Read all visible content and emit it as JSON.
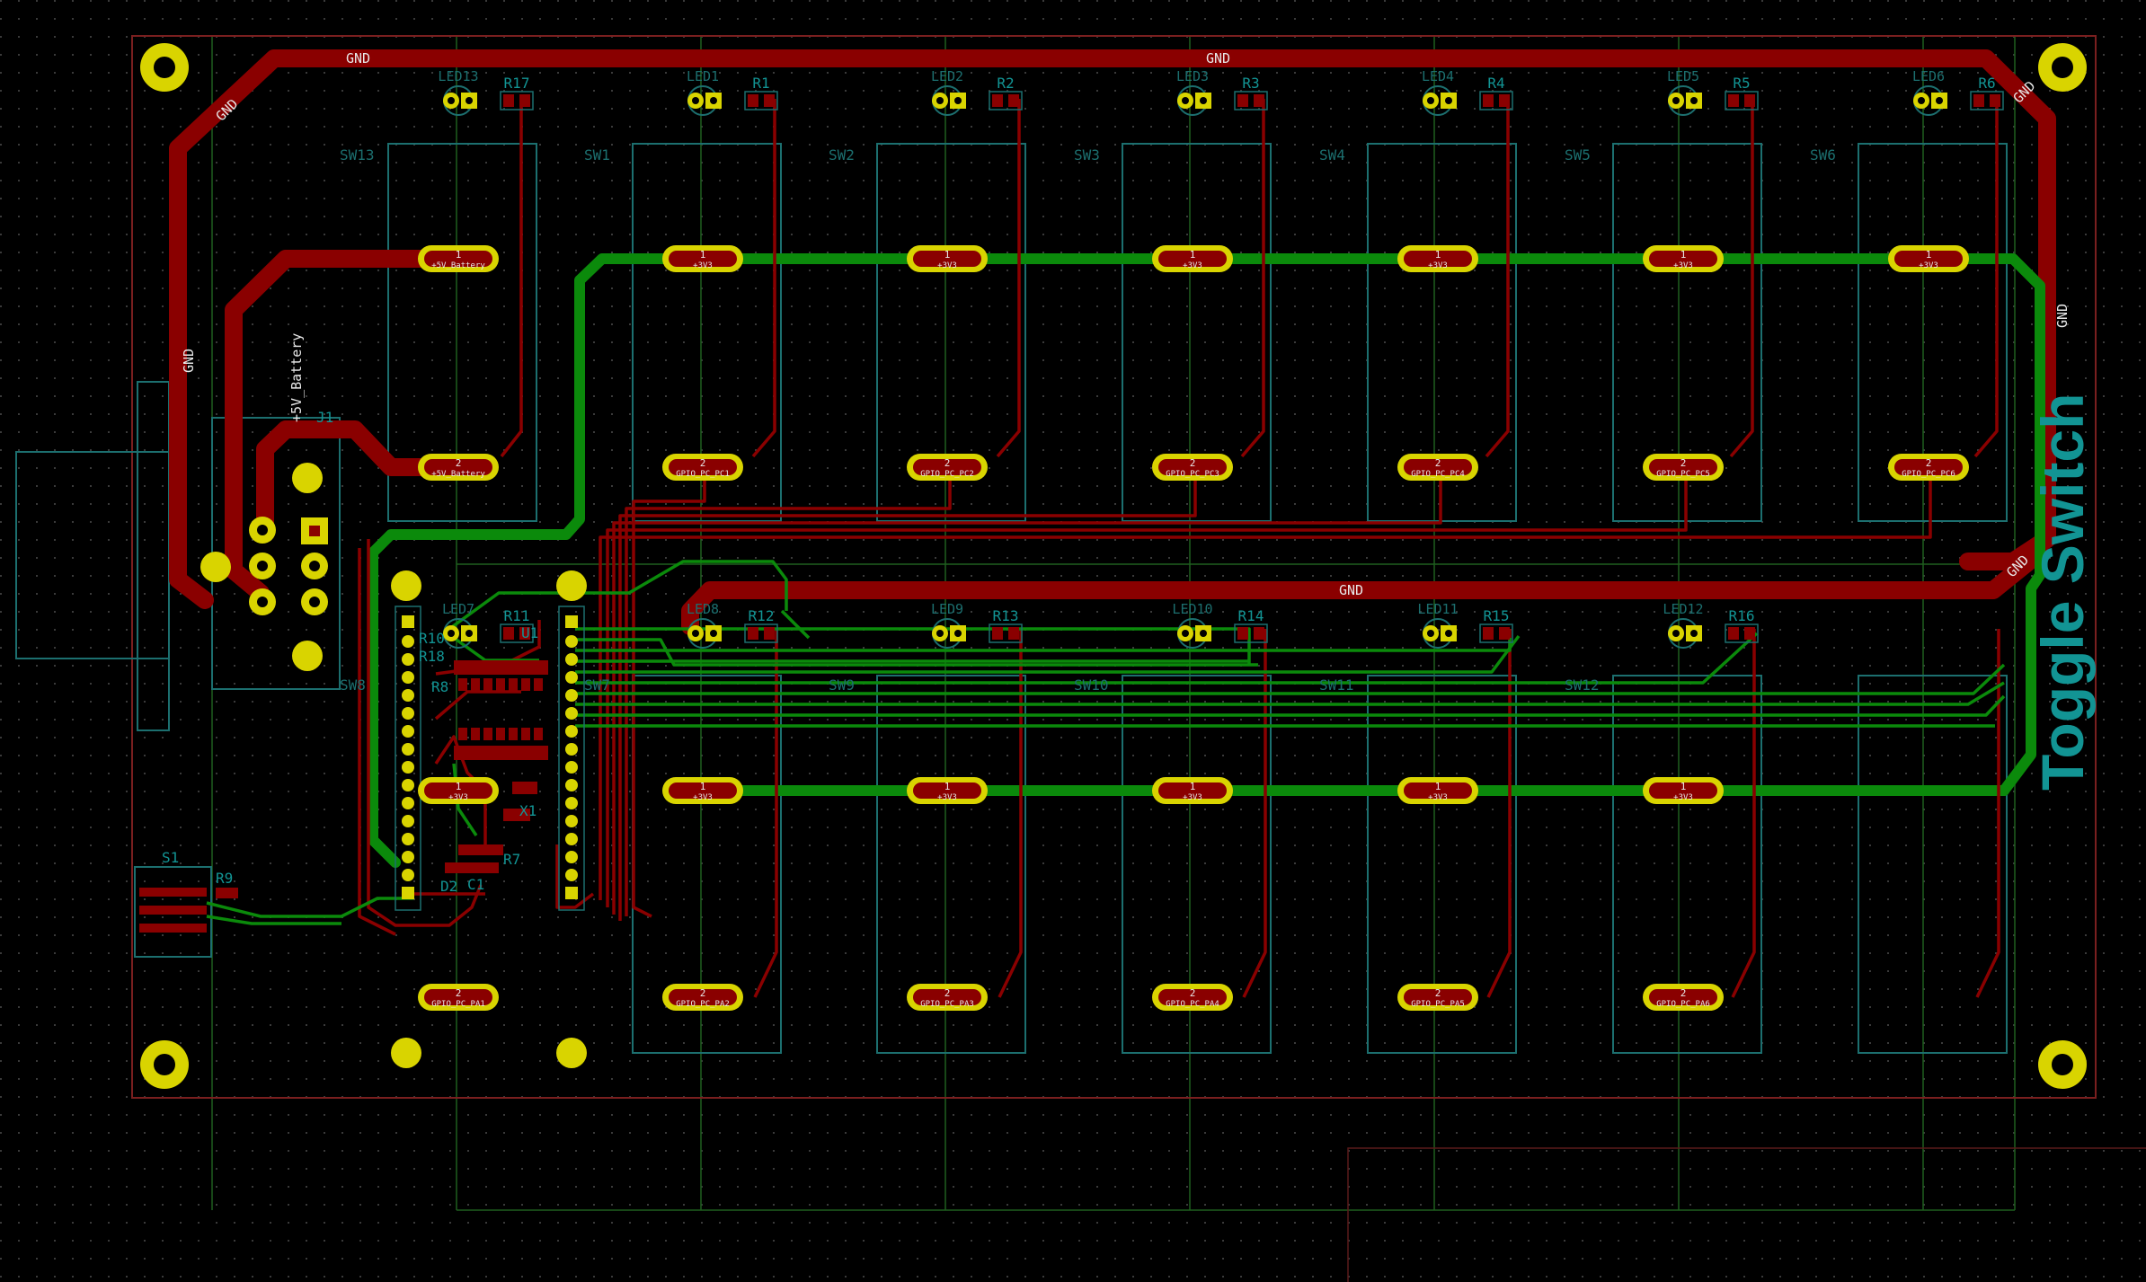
{
  "colors": {
    "background": "#000000",
    "grid_dot": "#3a3a3a",
    "front_copper": "#8a0000",
    "back_copper": "#0b8a0b",
    "pad": "#d9d400",
    "silkscreen": "#0f8f8f",
    "fab_outline": "#1c6f6f",
    "edge_cuts": "#7a1f1f",
    "courtyard": "#2c5c2c",
    "title_text": "#129494",
    "net_label": "#e8e8e8"
  },
  "board": {
    "title": "Toggle Switch"
  },
  "nets": {
    "gnd": "GND",
    "v3": "+3V3",
    "battery": "+5V_Battery",
    "battery_pad": "5V_Battery",
    "pad_one_name": "1",
    "pad_two_name": "2"
  },
  "components": {
    "top_switches": [
      {
        "sw": "SW13",
        "led": "LED13",
        "res": "R17",
        "pad1": "+5V_Battery",
        "pad2": "+5V_Battery"
      },
      {
        "sw": "SW1",
        "led": "LED1",
        "res": "R1",
        "pad1": "+3V3",
        "pad2": "GPIO_PC_PC1"
      },
      {
        "sw": "SW2",
        "led": "LED2",
        "res": "R2",
        "pad1": "+3V3",
        "pad2": "GPIO_PC_PC2"
      },
      {
        "sw": "SW3",
        "led": "LED3",
        "res": "R3",
        "pad1": "+3V3",
        "pad2": "GPIO_PC_PC3"
      },
      {
        "sw": "SW4",
        "led": "LED4",
        "res": "R4",
        "pad1": "+3V3",
        "pad2": "GPIO_PC_PC4"
      },
      {
        "sw": "SW5",
        "led": "LED5",
        "res": "R5",
        "pad1": "+3V3",
        "pad2": "GPIO_PC_PC5"
      },
      {
        "sw": "SW6",
        "led": "LED6",
        "res": "R6",
        "pad1": "+3V3",
        "pad2": "GPIO_PC_PC6"
      }
    ],
    "bottom_switches": [
      {
        "sw": "SW8",
        "led": "LED7",
        "res": "R11",
        "pad1": "+3V3",
        "pad2": "GPIO_PC_PA1"
      },
      {
        "sw": "SW7",
        "led": "LED8",
        "res": "R12",
        "pad1": "+3V3",
        "pad2": "GPIO_PC_PA2"
      },
      {
        "sw": "SW9",
        "led": "LED9",
        "res": "R13",
        "pad1": "+3V3",
        "pad2": "GPIO_PC_PA3"
      },
      {
        "sw": "SW10",
        "led": "LED10",
        "res": "R14",
        "pad1": "+3V3",
        "pad2": "GPIO_PC_PA4"
      },
      {
        "sw": "SW11",
        "led": "LED11",
        "res": "R15",
        "pad1": "+3V3",
        "pad2": "GPIO_PC_PA5"
      },
      {
        "sw": "SW12",
        "led": "LED12",
        "res": "R16",
        "pad1": "+3V3",
        "pad2": "GPIO_PC_PA6"
      }
    ],
    "connector": "J1",
    "slide_switch": "S1",
    "slide_resistor": "R9",
    "crystal": "X1",
    "diode": "D2",
    "mcu_resistors": [
      "R10",
      "R18"
    ],
    "misc_labels": [
      "R7",
      "R8",
      "C1",
      "U1"
    ]
  }
}
